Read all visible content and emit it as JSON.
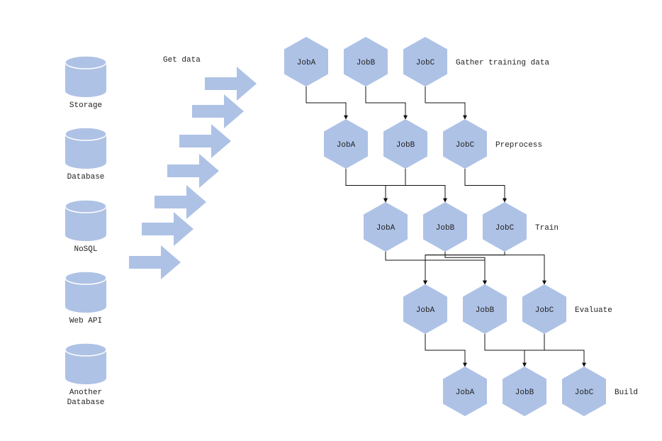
{
  "colors": {
    "fill": "#aec2e6",
    "line": "#111111",
    "text": "#222222"
  },
  "sources": [
    {
      "label_lines": [
        "Storage"
      ]
    },
    {
      "label_lines": [
        "Database"
      ]
    },
    {
      "label_lines": [
        "NoSQL"
      ]
    },
    {
      "label_lines": [
        "Web API"
      ]
    },
    {
      "label_lines": [
        "Another",
        "Database"
      ]
    }
  ],
  "get_data_label": "Get data",
  "stages": [
    {
      "label": "Gather training data",
      "jobs": [
        "JobA",
        "JobB",
        "JobC"
      ]
    },
    {
      "label": "Preprocess",
      "jobs": [
        "JobA",
        "JobB",
        "JobC"
      ]
    },
    {
      "label": "Train",
      "jobs": [
        "JobA",
        "JobB",
        "JobC"
      ]
    },
    {
      "label": "Evaluate",
      "jobs": [
        "JobA",
        "JobB",
        "JobC"
      ]
    },
    {
      "label": "Build",
      "jobs": [
        "JobA",
        "JobB",
        "JobC"
      ]
    }
  ]
}
